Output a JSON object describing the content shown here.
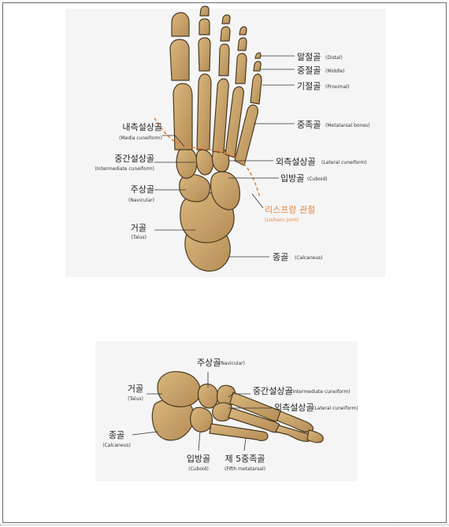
{
  "colors": {
    "bone": "#c8a36a",
    "bone_shadow": "#a98450",
    "bone_outline": "#4a3a22",
    "accent": "#e9823a",
    "panel_bg": "#f5f5f5"
  },
  "top_view": {
    "labels": {
      "distal": {
        "ko": "말절골",
        "en": "(Distal)"
      },
      "middle": {
        "ko": "중절골",
        "en": "(Middle)"
      },
      "proximal": {
        "ko": "기절골",
        "en": "(Proximal)"
      },
      "metatarsal": {
        "ko": "중족골",
        "en": "(Metatarsal bones)"
      },
      "media_cuneiform": {
        "ko": "내측설상골",
        "en": "(Media cuneiform)"
      },
      "intermediate_cuneiform": {
        "ko": "중간설상골",
        "en": "(Intermediate cuneiform)"
      },
      "lateral_cuneiform": {
        "ko": "외측설상골",
        "en": "(Lateral cuneiform)"
      },
      "cuboid": {
        "ko": "입방골",
        "en": "(Cuboid)"
      },
      "navicular": {
        "ko": "주상골",
        "en": "(Navicular)"
      },
      "lisfranc": {
        "ko": "리스프랑 관절",
        "en": "(Lisfranc joint)"
      },
      "talus": {
        "ko": "거골",
        "en": "(Talus)"
      },
      "calcaneus": {
        "ko": "종골",
        "en": "(Calcaneus)"
      }
    }
  },
  "side_view": {
    "labels": {
      "navicular": {
        "ko": "주상골",
        "en": "(Navicular)"
      },
      "talus": {
        "ko": "거골",
        "en": "(Talus)"
      },
      "intermediate_cuneiform": {
        "ko": "중간설상골",
        "en": "(Intermediate cuneiform)"
      },
      "lateral_cuneiform": {
        "ko": "외측설상골",
        "en": "(Lateral cuneiform)"
      },
      "calcaneus": {
        "ko": "종골",
        "en": "(Calcaneus)"
      },
      "cuboid": {
        "ko": "입방골",
        "en": "(Cuboid)"
      },
      "fifth_metatarsal": {
        "ko": "제 5중족골",
        "en": "(Fifth metatarsal)"
      }
    }
  }
}
